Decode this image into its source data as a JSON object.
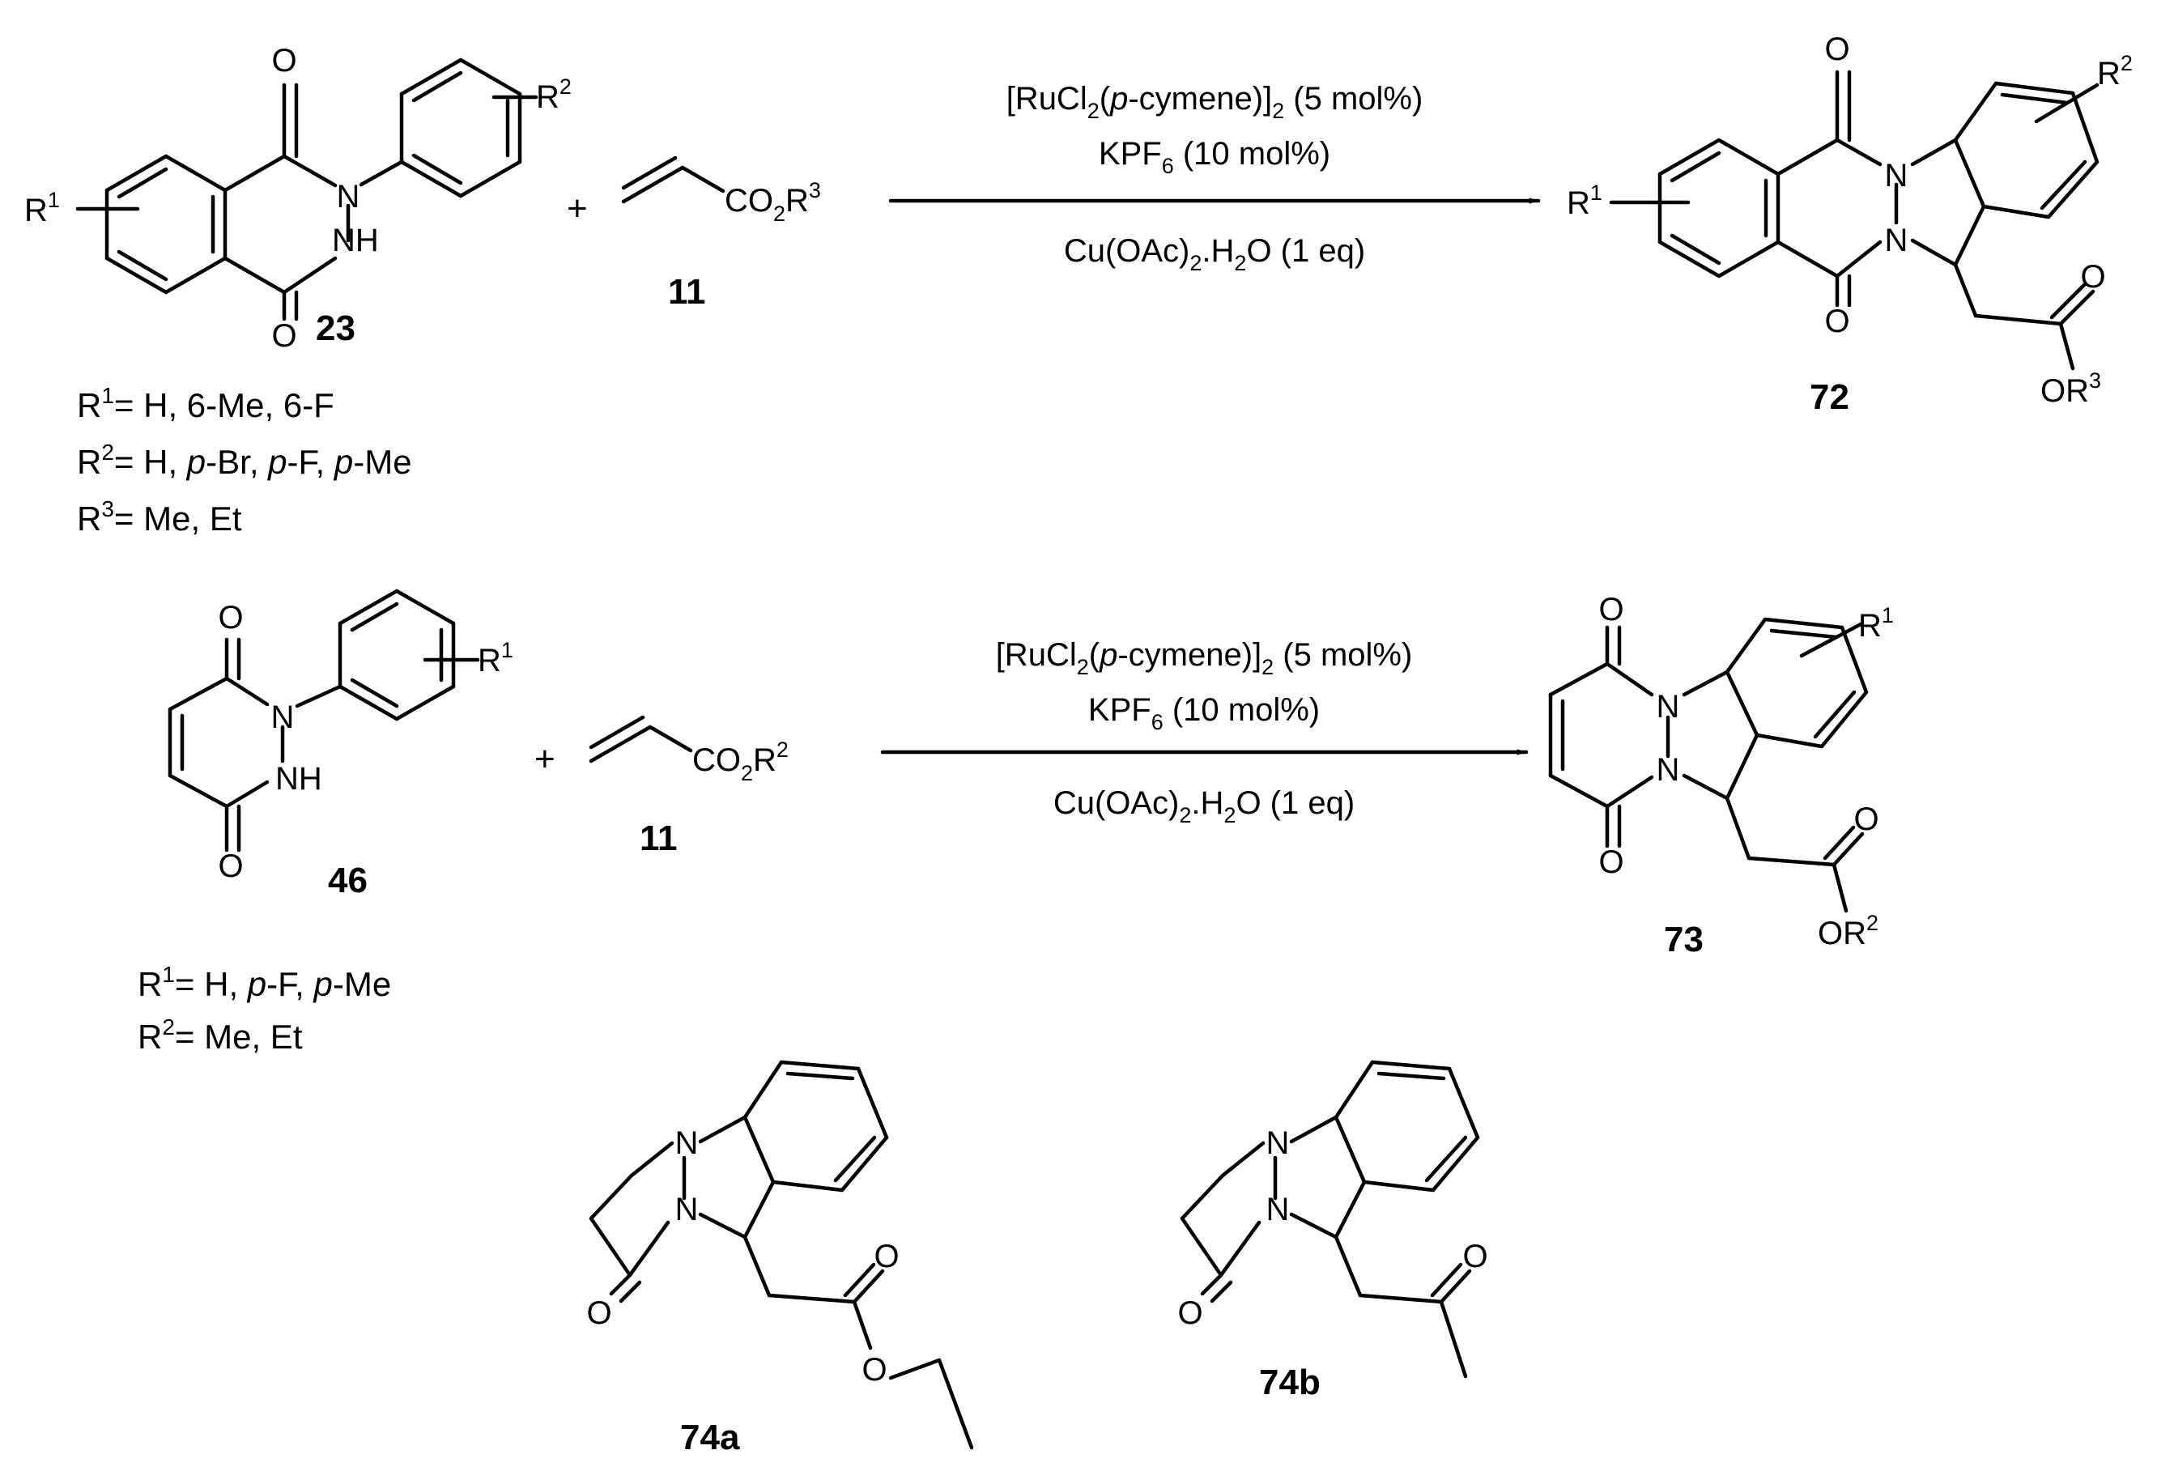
{
  "atoms": {
    "O": "O",
    "N": "N",
    "NH": "NH",
    "R": "R",
    "CO": "CO",
    "OR": "OR",
    "sub2": "2",
    "sup1": "1",
    "sup2": "2",
    "sup3": "3",
    "plus": "+"
  },
  "reaction1": {
    "compounds": {
      "reactant_a": "23",
      "reactant_b": "11",
      "product": "72"
    },
    "conditions": {
      "catalyst_pre": "[RuCl",
      "catalyst_sub1": "2",
      "catalyst_mid": "(",
      "catalyst_italic": "p",
      "catalyst_post": "-cymene)]",
      "catalyst_sub2": "2",
      "catalyst_loading": " (5 mol%)",
      "additive_pre": "KPF",
      "additive_sub": "6",
      "additive_post": " (10 mol%)",
      "oxidant_pre": "Cu(OAc)",
      "oxidant_sub1": "2",
      "oxidant_mid": ".H",
      "oxidant_sub2": "2",
      "oxidant_post": "O (1 eq)"
    },
    "substituents": [
      {
        "sup": "1",
        "text": "= H, 6-Me, 6-F"
      },
      {
        "sup": "2",
        "p1": "= H, ",
        "i1": "p",
        "p2": "-Br, ",
        "i2": "p",
        "p3": "-F, ",
        "i3": "p",
        "p4": "-Me"
      },
      {
        "sup": "3",
        "text": "= Me, Et"
      }
    ]
  },
  "reaction2": {
    "compounds": {
      "reactant_a": "46",
      "reactant_b": "11",
      "product": "73"
    },
    "conditions": {
      "catalyst_pre": "[RuCl",
      "catalyst_sub1": "2",
      "catalyst_mid": "(",
      "catalyst_italic": "p",
      "catalyst_post": "-cymene)]",
      "catalyst_sub2": "2",
      "catalyst_loading": " (5 mol%)",
      "additive_pre": "KPF",
      "additive_sub": "6",
      "additive_post": " (10 mol%)",
      "oxidant_pre": "Cu(OAc)",
      "oxidant_sub1": "2",
      "oxidant_mid": ".H",
      "oxidant_sub2": "2",
      "oxidant_post": "O (1 eq)"
    },
    "substituents": [
      {
        "sup": "1",
        "p1": "= H, ",
        "i1": "p",
        "p2": "-F, ",
        "i2": "p",
        "p3": "-Me"
      },
      {
        "sup": "2",
        "text": "= Me, Et"
      }
    ]
  },
  "others": {
    "compound_a": "74a",
    "compound_b": "74b"
  }
}
